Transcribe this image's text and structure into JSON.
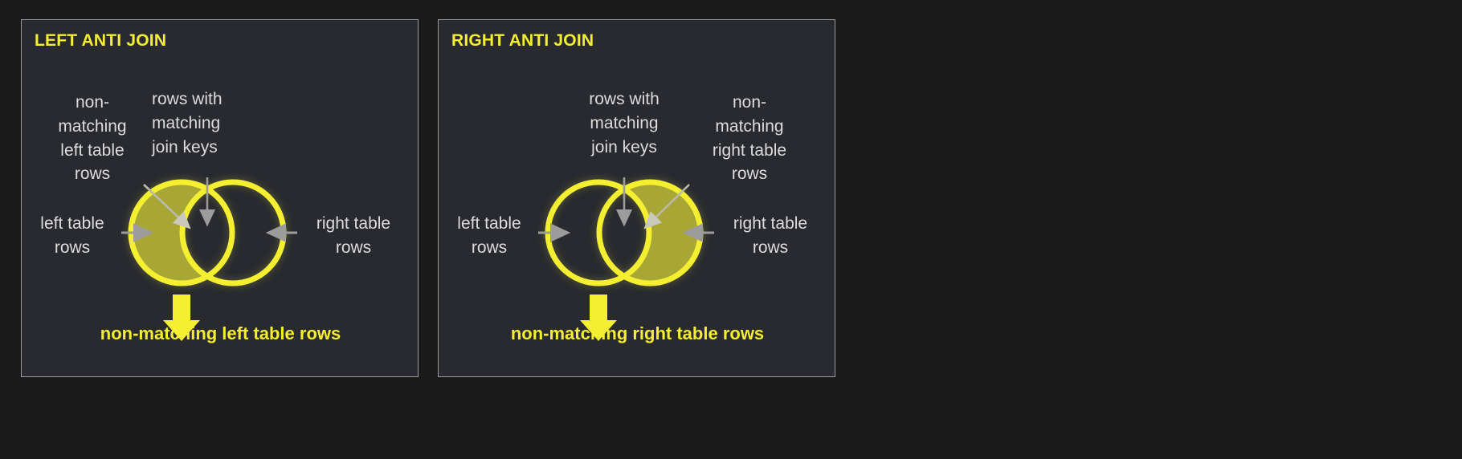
{
  "theme": {
    "page_background": "#1a1a1a",
    "panel_background": "#282a2f",
    "panel_border": "#9a9a9a",
    "accent_yellow": "#f5ef32",
    "fill_olive": "#a8a734",
    "annotation_text": "#dcdcdc",
    "arrow_gray": "#909090"
  },
  "panels": [
    {
      "id": "left-anti-join",
      "title": "LEFT ANTI JOIN",
      "annotations": {
        "top_left": "non-\nmatching\nleft table\nrows",
        "top_center": "rows with\nmatching\njoin keys",
        "side_left": "left table\nrows",
        "side_right": "right table\nrows"
      },
      "caption": "non-matching left table rows",
      "highlighted_region": "left-only",
      "result_arrow": "down-arrow"
    },
    {
      "id": "right-anti-join",
      "title": "RIGHT ANTI JOIN",
      "annotations": {
        "top_left": "rows with\nmatching\njoin keys",
        "top_center": "non-\nmatching\nright table\nrows",
        "side_left": "left table\nrows",
        "side_right": "right table\nrows"
      },
      "caption": "non-matching right table rows",
      "highlighted_region": "right-only",
      "result_arrow": "down-arrow"
    }
  ]
}
